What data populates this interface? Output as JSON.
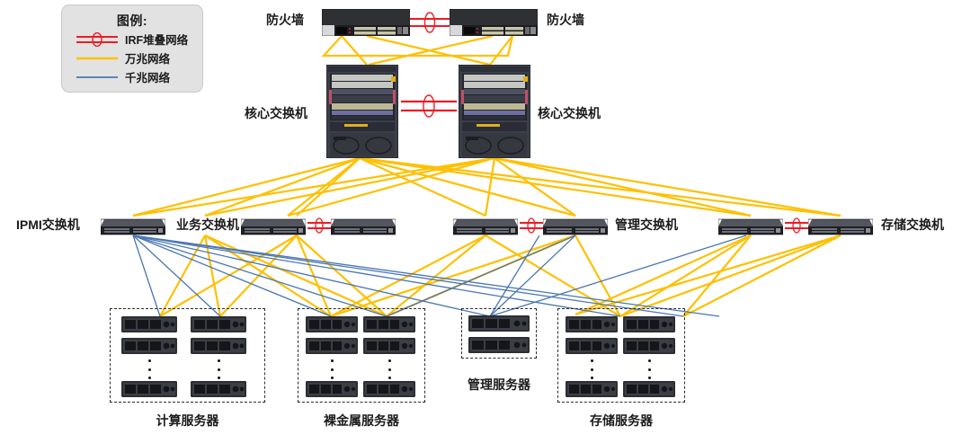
{
  "legend": {
    "title": "图例:",
    "items": [
      {
        "label": "IRF堆叠网络",
        "kind": "irf",
        "color": "#ee1b24"
      },
      {
        "label": "万兆网络",
        "kind": "line",
        "color": "#ffc000"
      },
      {
        "label": "千兆网络",
        "kind": "line",
        "color": "#4a77b4"
      }
    ]
  },
  "labels": {
    "firewall_left": "防火墙",
    "firewall_right": "防火墙",
    "core_left": "核心交换机",
    "core_right": "核心交换机",
    "ipmi_switch": "IPMI交换机",
    "service_switch": "业务交换机",
    "mgmt_switch": "管理交换机",
    "storage_switch": "存储交换机",
    "compute_servers": "计算服务器",
    "baremetal_servers": "裸金属服务器",
    "mgmt_servers": "管理服务器",
    "storage_servers": "存储服务器"
  },
  "colors": {
    "irf": "#ee1b24",
    "tenGig": "#ffc000",
    "gig": "#4a77b4",
    "dash": "#2b2b2b",
    "text": "#1b1b1b",
    "legend_bg": "#e2e2e2"
  },
  "topology": {
    "tiers": [
      {
        "name": "firewall",
        "count": 2
      },
      {
        "name": "core-switch",
        "count": 2
      },
      {
        "name": "access-switch",
        "count": 7
      },
      {
        "name": "server-group",
        "count": 4
      }
    ],
    "irf_pairs": [
      "firewall-pair",
      "core-switch-pair",
      "service-switch-pair",
      "mgmt-switch-pair",
      "storage-switch-pair"
    ]
  },
  "server_groups": {
    "compute": {
      "columns": 2,
      "rows_shown": 3,
      "has_ellipsis": true
    },
    "baremetal": {
      "columns": 2,
      "rows_shown": 3,
      "has_ellipsis": true
    },
    "management": {
      "columns": 1,
      "rows_shown": 2,
      "has_ellipsis": false
    },
    "storage": {
      "columns": 2,
      "rows_shown": 3,
      "has_ellipsis": true
    }
  }
}
